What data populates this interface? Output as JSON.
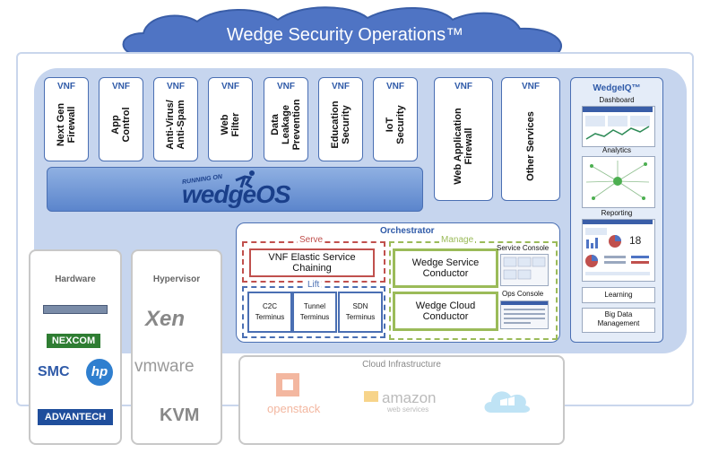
{
  "title": "Wedge Security Operations™",
  "vnf_tag": "VNF",
  "vnfs": [
    {
      "label": "Next Gen\nFirewall"
    },
    {
      "label": "App\nControl"
    },
    {
      "label": "Anti-Virus/\nAnti-Spam"
    },
    {
      "label": "Web\nFilter"
    },
    {
      "label": "Data\nLeakage\nPrevention"
    },
    {
      "label": "Education\nSecurity"
    },
    {
      "label": "IoT\nSecurity"
    },
    {
      "label": "Web Application\nFirewall"
    },
    {
      "label": "Other Services"
    }
  ],
  "wedgeos": {
    "running": "RUNNING ON",
    "logo": "wedgeOS"
  },
  "wedgeiq": {
    "title": "WedgeIQ™",
    "dashboard": "Dashboard",
    "analytics": "Analytics",
    "reporting": "Reporting",
    "report_number": "18",
    "learning": "Learning",
    "big_data": "Big Data\nManagement"
  },
  "orchestrator": {
    "title": "Orchestrator",
    "serve": "Serve",
    "serve_box": "VNF Elastic Service\nChaining",
    "lift": "Lift",
    "lift_items": [
      "C2C\nTerminus",
      "Tunnel\nTerminus",
      "SDN\nTerminus"
    ],
    "manage": "Manage",
    "conductor": "Wedge Service\nConductor",
    "cloud_conductor": "Wedge Cloud\nConductor",
    "service_console": "Service Console",
    "ops_console": "Ops Console"
  },
  "hardware": {
    "title": "Hardware",
    "logos": [
      "NEXCOM",
      "SMC",
      "hp",
      "ADVANTECH"
    ]
  },
  "hypervisor": {
    "title": "Hypervisor",
    "logos": [
      "Xen",
      "vmware",
      "KVM"
    ]
  },
  "cloud_infra": {
    "title": "Cloud  Infrastructure",
    "logos": [
      "openstack",
      "amazon",
      "web services"
    ]
  },
  "colors": {
    "panel": "#c6d5ee",
    "accent_blue": "#2f5aa8",
    "serve_red": "#c0504d",
    "manage_green": "#9bbb59"
  }
}
